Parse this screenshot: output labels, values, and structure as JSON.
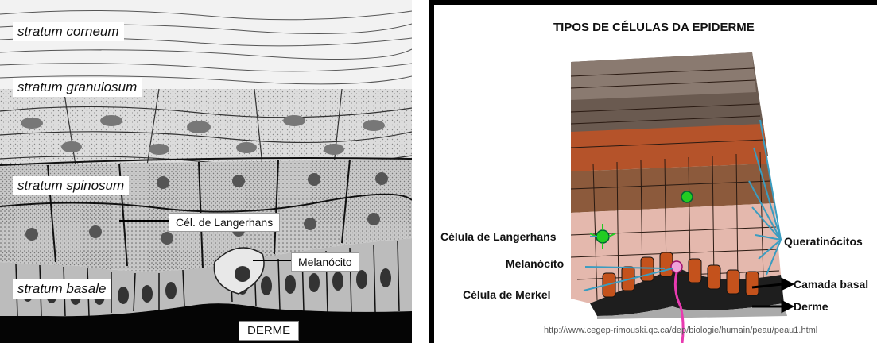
{
  "left": {
    "layers": [
      "stratum corneum",
      "stratum granulosum",
      "stratum spinosum",
      "stratum basale"
    ],
    "langerhans": "Cél. de Langerhans",
    "melanocito": "Melanócito",
    "derme": "DERME"
  },
  "right": {
    "title": "TIPOS DE CÉLULAS DA EPIDERME",
    "langerhans": "Célula de Langerhans",
    "melanocito": "Melanócito",
    "merkel": "Célula de Merkel",
    "queratinocitos": "Queratinócitos",
    "camada_basal": "Camada basal",
    "derme": "Derme",
    "url": "http://www.cegep-rimouski.qc.ca/dep/biologie/humain/peau/peau1.html"
  },
  "colors": {
    "arrow_blue": "#3a9cc0",
    "merkel_nerve": "#e83ab0",
    "langerhans_green": "#22cc22",
    "basal_orange": "#c4521c"
  }
}
